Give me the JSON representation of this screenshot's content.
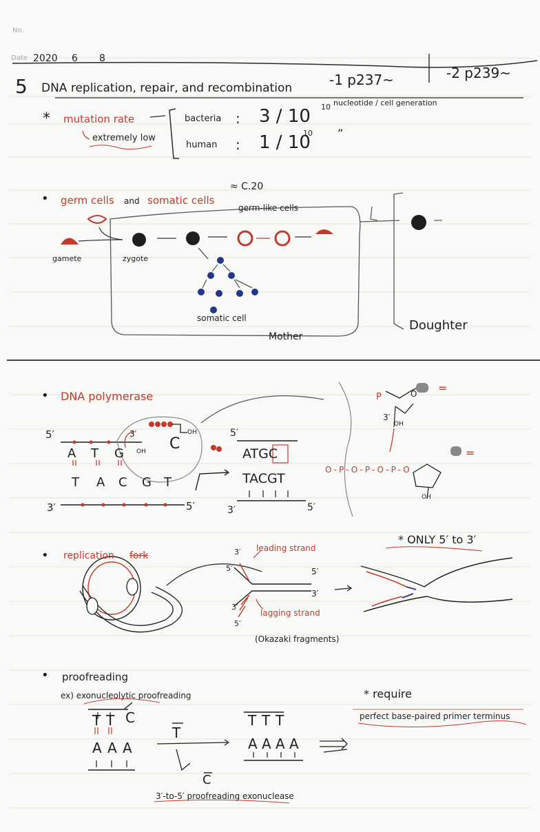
{
  "header": {
    "no_label": "No.",
    "date_label": "Date",
    "date_year": "2020",
    "date_month": "6",
    "date_day": "8"
  },
  "title": {
    "chapter": "5",
    "text": "DNA replication, repair, and recombination",
    "ref1": "-1  p237~",
    "ref2": "-2  p239~"
  },
  "mutation": {
    "star": "*",
    "label": "mutation rate",
    "sub_label": "extremely low",
    "bacteria_label": "bacteria",
    "bacteria_value": "3 / 10",
    "bacteria_exp": "10",
    "unit": "nucleotide / cell generation",
    "human_label": "human",
    "human_value": "1 / 10",
    "human_exp": "10",
    "ditto": "”",
    "colon": ":"
  },
  "germ": {
    "bullet": "•",
    "title_red1": "germ cells",
    "and": "and",
    "title_red2": "somatic cells",
    "ref": "≈ C.20",
    "germ_like": "germ-like cells",
    "gamete": "gamete",
    "zygote": "zygote",
    "somatic": "somatic cell",
    "mother": "Mother",
    "daughter": "Doughter"
  },
  "polymerase": {
    "bullet": "•",
    "title": "DNA polymerase",
    "five": "5′",
    "three": "3′",
    "top_bases": [
      "A",
      "T",
      "G"
    ],
    "bottom_bases": [
      "T",
      "A",
      "C",
      "G",
      "T"
    ],
    "incoming": "C",
    "oh": "OH",
    "result_top": "ATGC",
    "result_bottom": "TACGT",
    "p_label": "P",
    "o": "O",
    "equals": "="
  },
  "fork": {
    "bullet": "•",
    "title": "replication",
    "title_strike": "fork",
    "leading": "leading strand",
    "lagging": "lagging strand",
    "okazaki": "(Okazaki fragments)",
    "five": "5′",
    "three": "3′",
    "only": "* ONLY 5′ to 3′",
    "arrow": "→"
  },
  "proofreading": {
    "bullet": "•",
    "title": "proofreading",
    "example": "ex) exonucleolytic proofreading",
    "left_top": [
      "T",
      "T",
      "C"
    ],
    "left_bottom": [
      "A",
      "A",
      "A"
    ],
    "removed_top": "T",
    "removed_bottom": "C",
    "right_top": [
      "T",
      "T",
      "T"
    ],
    "right_bottom": [
      "A",
      "A",
      "A",
      "A"
    ],
    "enzyme": "3′-to-5′ proofreading exonuclease",
    "require_star": "* require",
    "require_text": "perfect base-paired primer terminus"
  },
  "colors": {
    "red": "#c23a2e",
    "black": "#1e1e1e",
    "blue": "#24358a",
    "rule": "#dcdcd8"
  }
}
